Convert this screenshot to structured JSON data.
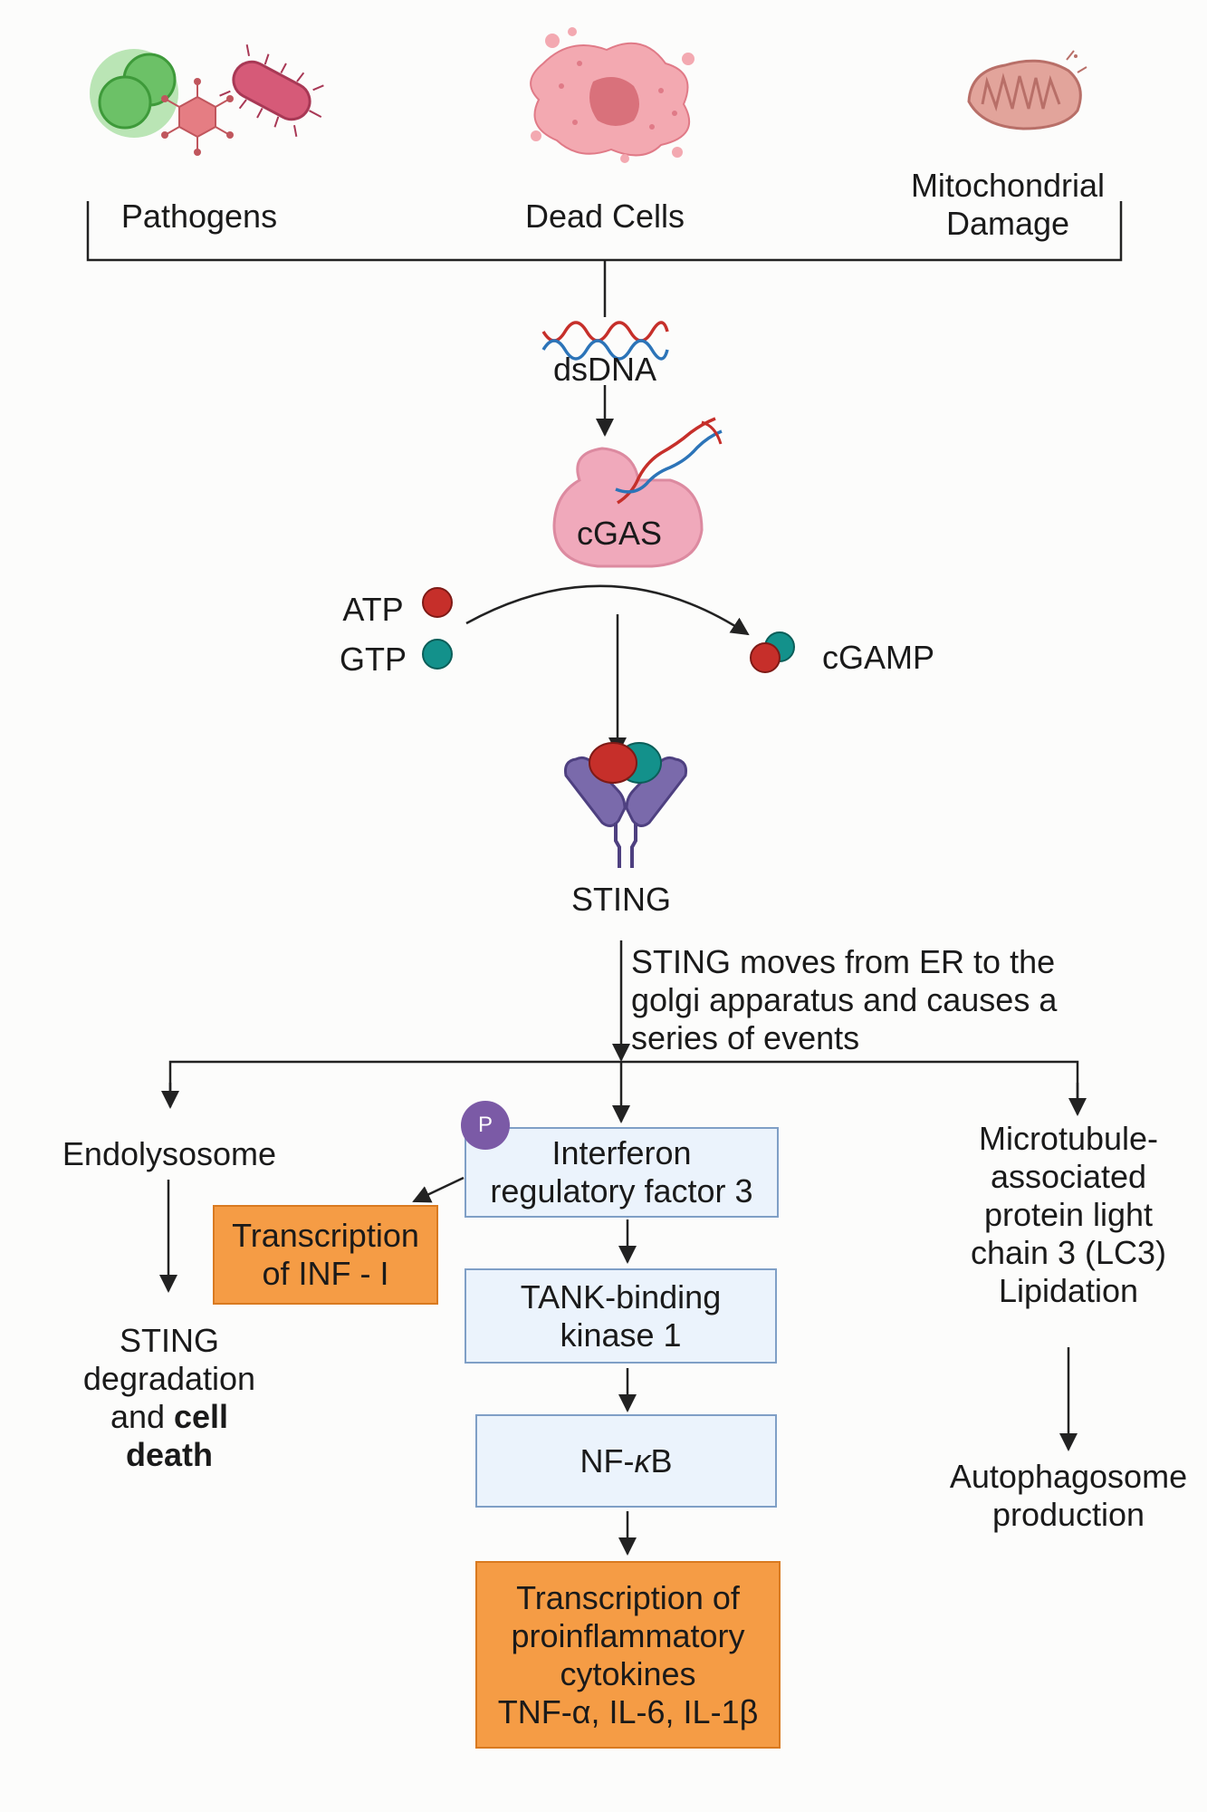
{
  "sources": {
    "pathogens": "Pathogens",
    "dead_cells": "Dead Cells",
    "mito_line1": "Mitochondrial",
    "mito_line2": "Damage"
  },
  "dsdna": "dsDNA",
  "cgas": "cGAS",
  "atp": "ATP",
  "gtp": "GTP",
  "cgamp": "cGAMP",
  "sting": "STING",
  "sting_note": [
    "STING moves from ER to the",
    "golgi apparatus and causes a",
    "series of events"
  ],
  "left_branch": {
    "endolysosome": "Endolysosome",
    "outcome_line1": "STING",
    "outcome_line2": "degradation",
    "outcome_line3_prefix": "and ",
    "outcome_line3_bold": "cell",
    "outcome_line4_bold": "death"
  },
  "middle_branch": {
    "phospho_badge": "P",
    "irf3": [
      "Interferon",
      "regulatory factor 3"
    ],
    "inf_transcription": [
      "Transcription",
      "of INF - I"
    ],
    "tbk1": [
      "TANK-binding",
      "kinase 1"
    ],
    "nfkb_prefix": "NF-",
    "nfkb_kappa": "κ",
    "nfkb_suffix": "B",
    "cytokines": [
      "Transcription of",
      "proinflammatory",
      "cytokines",
      "TNF-α, IL-6, IL-1β"
    ]
  },
  "right_branch": {
    "lc3": [
      "Microtubule-",
      "associated",
      "protein light",
      "chain 3 (LC3)",
      "Lipidation"
    ],
    "autophagosome": [
      "Autophagosome",
      "production"
    ]
  },
  "colors": {
    "atp": "#c62f2a",
    "gtp": "#13918b",
    "sting_protein": "#7a6aab",
    "cgas": "#f0a9bb",
    "blue_box": "#ebf3fc",
    "orange_box": "#f59c45",
    "phospho_badge": "#7b5aa6"
  },
  "icons": [
    "bacteria-icon",
    "virus-icon",
    "dead-cell-icon",
    "mitochondrion-icon",
    "dna-helix-icon",
    "cgas-enzyme-icon",
    "sting-dimer-icon"
  ]
}
